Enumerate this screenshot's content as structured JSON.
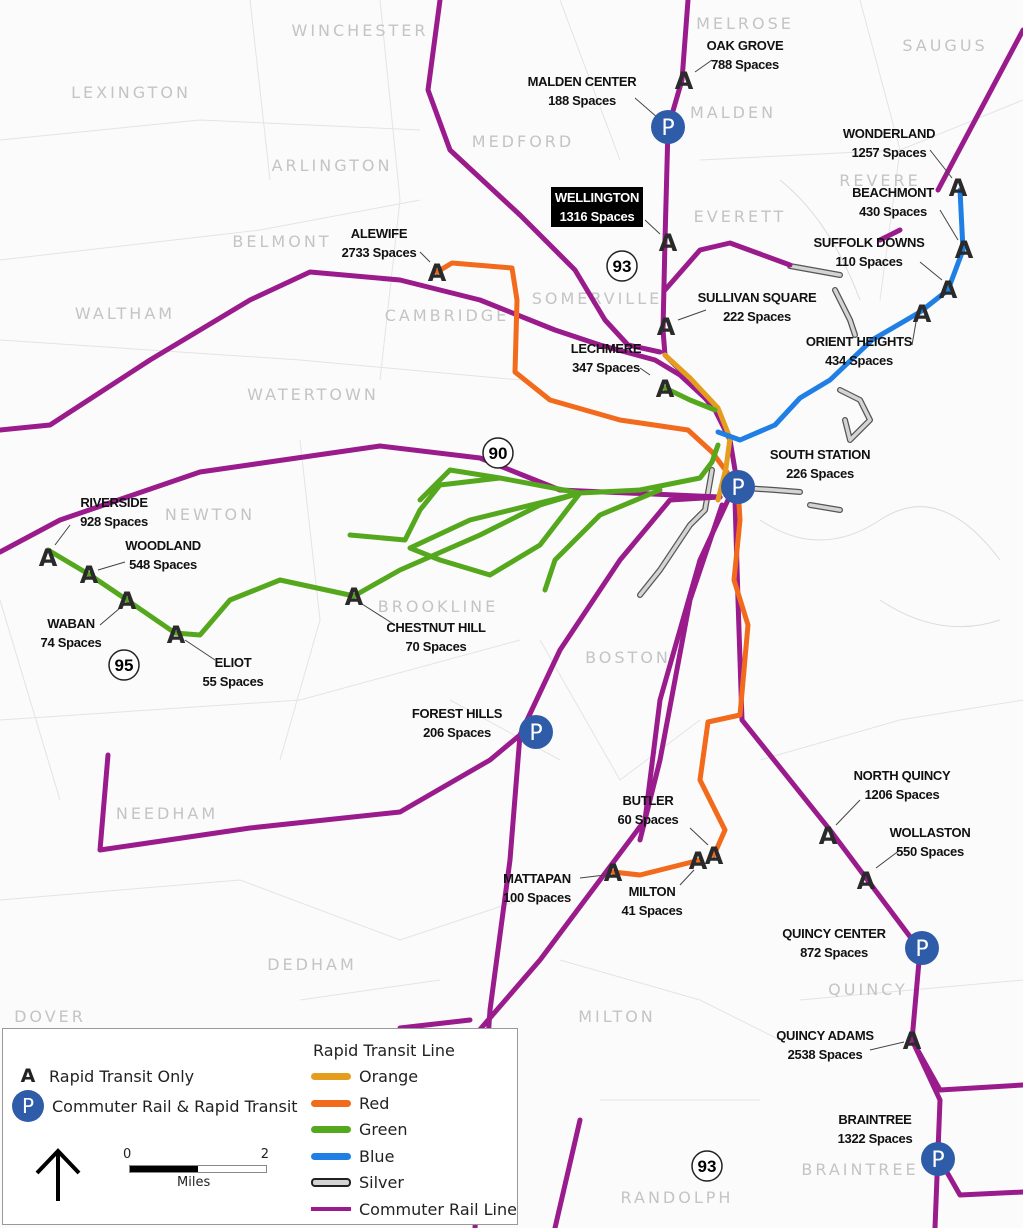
{
  "colors": {
    "orange_line": "#e59d1f",
    "red_line": "#f26a1b",
    "green_line": "#55a81e",
    "blue_line": "#1f7fe5",
    "silver_line": "#d4d4d4",
    "commuter_rail": "#9a1b8c",
    "p_marker": "#2f5ca8"
  },
  "towns": [
    "WINCHESTER",
    "MELROSE",
    "SAUGUS",
    "LEXINGTON",
    "MEDFORD",
    "MALDEN",
    "ARLINGTON",
    "REVERE",
    "EVERETT",
    "BELMONT",
    "SOMERVILLE",
    "CAMBRIDGE",
    "WALTHAM",
    "WATERTOWN",
    "NEWTON",
    "BROOKLINE",
    "BOSTON",
    "NEEDHAM",
    "DEDHAM",
    "QUINCY",
    "DOVER",
    "MILTON",
    "BRAINTREE",
    "RANDOLPH"
  ],
  "highways": [
    "93",
    "90",
    "95",
    "93"
  ],
  "stations": [
    {
      "name": "OAK GROVE",
      "spaces": "788 Spaces",
      "type": "A"
    },
    {
      "name": "MALDEN CENTER",
      "spaces": "188 Spaces",
      "type": "P"
    },
    {
      "name": "WELLINGTON",
      "spaces": "1316 Spaces",
      "type": "A",
      "highlight": true
    },
    {
      "name": "SULLIVAN SQUARE",
      "spaces": "222 Spaces",
      "type": "A"
    },
    {
      "name": "LECHMERE",
      "spaces": "347 Spaces",
      "type": "A"
    },
    {
      "name": "ALEWIFE",
      "spaces": "2733 Spaces",
      "type": "A"
    },
    {
      "name": "WONDERLAND",
      "spaces": "1257 Spaces",
      "type": "A"
    },
    {
      "name": "BEACHMONT",
      "spaces": "430 Spaces",
      "type": "A"
    },
    {
      "name": "SUFFOLK DOWNS",
      "spaces": "110 Spaces",
      "type": "A"
    },
    {
      "name": "ORIENT HEIGHTS",
      "spaces": "434 Spaces",
      "type": "A"
    },
    {
      "name": "SOUTH STATION",
      "spaces": "226 Spaces",
      "type": "P"
    },
    {
      "name": "RIVERSIDE",
      "spaces": "928 Spaces",
      "type": "A"
    },
    {
      "name": "WOODLAND",
      "spaces": "548 Spaces",
      "type": "A"
    },
    {
      "name": "WABAN",
      "spaces": "74 Spaces",
      "type": "A"
    },
    {
      "name": "ELIOT",
      "spaces": "55 Spaces",
      "type": "A"
    },
    {
      "name": "CHESTNUT HILL",
      "spaces": "70 Spaces",
      "type": "A"
    },
    {
      "name": "FOREST HILLS",
      "spaces": "206 Spaces",
      "type": "P"
    },
    {
      "name": "BUTLER",
      "spaces": "60 Spaces",
      "type": "A"
    },
    {
      "name": "MILTON",
      "spaces": "41 Spaces",
      "type": "A"
    },
    {
      "name": "MATTAPAN",
      "spaces": "100 Spaces",
      "type": "A"
    },
    {
      "name": "NORTH QUINCY",
      "spaces": "1206 Spaces",
      "type": "A"
    },
    {
      "name": "WOLLASTON",
      "spaces": "550 Spaces",
      "type": "A"
    },
    {
      "name": "QUINCY CENTER",
      "spaces": "872 Spaces",
      "type": "P"
    },
    {
      "name": "QUINCY ADAMS",
      "spaces": "2538 Spaces",
      "type": "A"
    },
    {
      "name": "BRAINTREE",
      "spaces": "1322 Spaces",
      "type": "P"
    }
  ],
  "legend": {
    "marker_a_symbol": "A",
    "marker_a_label": "Rapid Transit Only",
    "marker_p_symbol": "P",
    "marker_p_label": "Commuter Rail & Rapid Transit",
    "lines_title": "Rapid Transit Line",
    "lines": [
      "Orange",
      "Red",
      "Green",
      "Blue",
      "Silver",
      "Commuter Rail Line"
    ],
    "scale_min": "0",
    "scale_max": "2",
    "scale_unit": "Miles",
    "north_arrow": "north-arrow-icon"
  }
}
